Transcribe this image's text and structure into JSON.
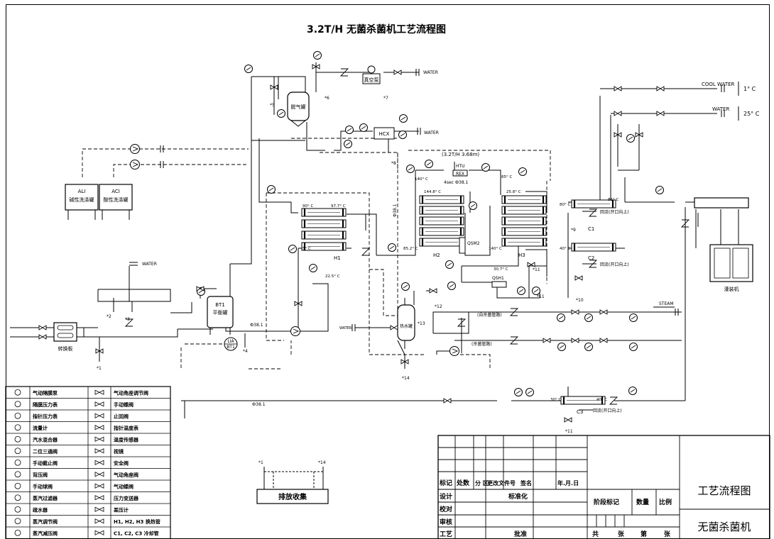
{
  "title": "3.2T/H 无菌杀菌机工艺流程图",
  "labels": {
    "water_top": "WATER",
    "vacuum_pump": "真空泵",
    "deaerator": "脱气罐",
    "cool_water": "COOL WATER",
    "cool_temp": "1° C",
    "water_right": "WATER",
    "water_right_temp": "25° C",
    "hcx": "HCX",
    "water_hcx": "WATER",
    "htu": "(3.2T/H  3.68m)",
    "htu_label": "HTU",
    "hold_label": "4sec  Ф38.1",
    "rex": "REX",
    "alk_code": "ALI",
    "alk_name": "碱性洗涤罐",
    "acid_code": "ACI",
    "acid_name": "酸性洗涤罐",
    "h1": "H1",
    "h2": "H2",
    "h3": "H3",
    "c1": "C1",
    "c2": "C2",
    "c3": "C3",
    "bt1": "BT1",
    "balance_tank": "平衡罐",
    "lia": "LIA",
    "bt1b": "BT1",
    "swap_plate": "转换板",
    "water_left": "WATER",
    "d381_a": "Ф38.1",
    "d381_b": "Ф38.1",
    "d381_c": "Ф38.1",
    "qsm2": "QSM2",
    "qsm1": "QSH1",
    "hot_tank": "热水罐",
    "water_hot": "WATER",
    "self_pipe": "(自杀菌管路)",
    "ster_pipe": "(杀菌管路)",
    "steam": "STEAM",
    "return_1": "回流(开口向上)",
    "return_2": "回流(开口向上)",
    "return_3": "回流(开口向上)",
    "filler": "灌装机",
    "drain_box": "排放收集",
    "drain_s1": "*1",
    "drain_s14": "*14",
    "t_h1a": "90° C",
    "t_h1b": "97.7° C",
    "t_h1c": "5° C",
    "t_h1d": "22.5° C",
    "t_h2a": "144.8° C",
    "t_h2b": "85.2° C",
    "t_htua": "140° C",
    "t_h3a": "85° C",
    "t_h3b": "25.8° C",
    "t_h3c": "140° C",
    "t_qsm": "30.7° C",
    "t_c1a": "80° C",
    "t_c1b": "85° C",
    "t_c2": "40° C",
    "t_c3a": "30° C",
    "t_c3b": "40° C",
    "stars": [
      "*1",
      "*2",
      "*3",
      "*4",
      "*5",
      "*6",
      "*7",
      "*8",
      "*9",
      "*10",
      "*11",
      "*11",
      "*12",
      "*13",
      "*14",
      "*11"
    ]
  },
  "legend": [
    [
      "气动隔膜泵",
      "气动角座调节阀"
    ],
    [
      "隔膜压力表",
      "手动蝶阀"
    ],
    [
      "指针压力表",
      "止回阀"
    ],
    [
      "流量计",
      "指针温度表"
    ],
    [
      "汽水混合器",
      "温度传感器"
    ],
    [
      "二位三通阀",
      "视镜"
    ],
    [
      "手动截止阀",
      "安全阀"
    ],
    [
      "背压阀",
      "气动角座阀"
    ],
    [
      "手动球阀",
      "气动蝶阀"
    ],
    [
      "蒸汽过滤器",
      "压力变送器"
    ],
    [
      "疏水器",
      "差压计"
    ],
    [
      "蒸汽调节阀",
      "H1, H2, H3  换热管"
    ],
    [
      "蒸汽减压阀",
      "C1, C2, C3  冷却管"
    ]
  ],
  "titleblock": {
    "h_mark": "标记",
    "h_count": "处数",
    "h_zone": "分 区",
    "h_doc": "更改文件号",
    "h_sign": "签名",
    "h_date": "年.月.日",
    "design": "设计",
    "standard": "标准化",
    "check": "校对",
    "review": "审核",
    "process": "工艺",
    "approve": "批准",
    "stage_mark": "阶段标记",
    "qty": "数量",
    "scale": "比例",
    "total": "共",
    "sheet1": "张",
    "num": "第",
    "sheet2": "张",
    "drawing_name": "工艺流程图",
    "product_name": "无菌杀菌机"
  }
}
